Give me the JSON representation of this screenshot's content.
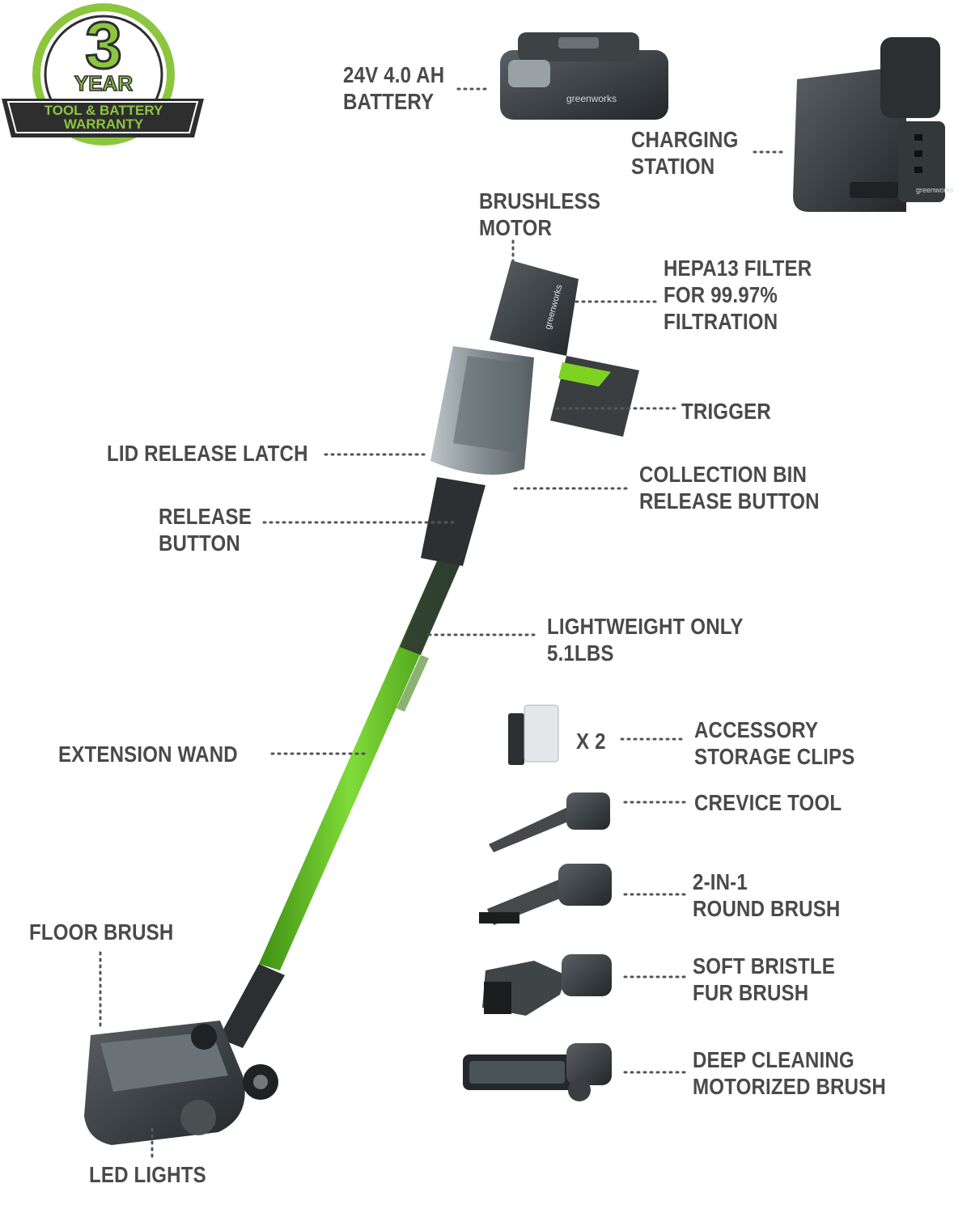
{
  "warranty_badge": {
    "number": "3",
    "year": "YEAR",
    "line1": "TOOL & BATTERY",
    "line2": "WARRANTY",
    "colors": {
      "green": "#8cc63f",
      "dark": "#2e2e2e"
    }
  },
  "brand_marks": {
    "battery_brand": "greenworks",
    "station_brand": "greenworks",
    "vacuum_brand": "greenworks"
  },
  "callouts": {
    "battery": [
      "24V 4.0 AH",
      "BATTERY"
    ],
    "charging_station": [
      "CHARGING",
      "STATION"
    ],
    "brushless_motor": [
      "BRUSHLESS",
      "MOTOR"
    ],
    "hepa_filter": [
      "HEPA13 FILTER",
      "FOR 99.97%",
      "FILTRATION"
    ],
    "trigger": [
      "TRIGGER"
    ],
    "lid_release_latch": [
      "LID RELEASE LATCH"
    ],
    "collection_bin_release": [
      "COLLECTION BIN",
      "RELEASE BUTTON"
    ],
    "release_button": [
      "RELEASE",
      "BUTTON"
    ],
    "lightweight": [
      "LIGHTWEIGHT ONLY",
      "5.1LBS"
    ],
    "accessory_quantity": "X 2",
    "accessory_clips": [
      "ACCESSORY",
      "STORAGE CLIPS"
    ],
    "extension_wand": [
      "EXTENSION WAND"
    ],
    "crevice_tool": [
      "CREVICE TOOL"
    ],
    "round_brush": [
      "2-IN-1",
      "ROUND BRUSH"
    ],
    "fur_brush": [
      "SOFT BRISTLE",
      "FUR BRUSH"
    ],
    "motorized_brush": [
      "DEEP CLEANING",
      "MOTORIZED BRUSH"
    ],
    "floor_brush": [
      "FLOOR BRUSH"
    ],
    "led_lights": [
      "LED LIGHTS"
    ]
  },
  "colors": {
    "label_text": "#4a4a4a",
    "leader_dots": "#555555",
    "wand_green": "#6fcf2a",
    "body_dark": "#3b3f42",
    "bin_clear": "#9aa4a8",
    "accent_green": "#7ed321"
  }
}
